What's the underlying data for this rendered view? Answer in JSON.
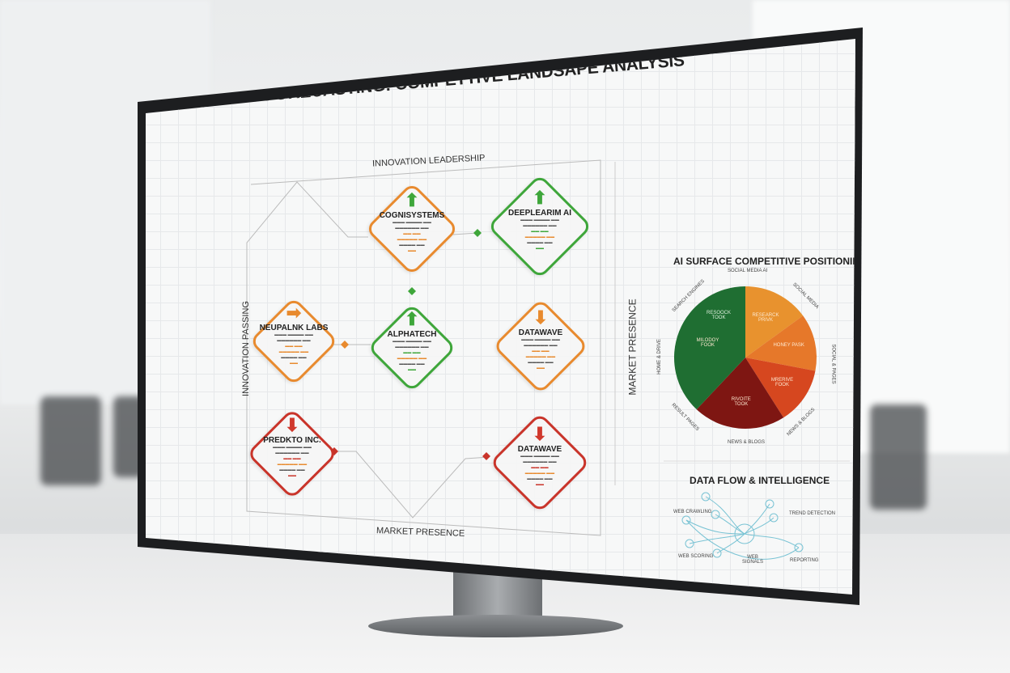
{
  "title": "AI VISIBILITY FORECASTING: COMPETTIVE LANDSAPE ANALYSIS",
  "axes": {
    "top": "INNOVATION LEADERSHIP",
    "bottom": "MARKET PRESENCE",
    "left": "INNOVATION PASSING",
    "right": "MARKET PRESENCE"
  },
  "colors": {
    "green": "#3ea63a",
    "orange": "#e88a2e",
    "red": "#c9342a"
  },
  "companies": [
    {
      "name": "COGNISYSTEMS",
      "trend": "up",
      "border": "orange"
    },
    {
      "name": "DEEPLEARIM AI",
      "trend": "up",
      "border": "green"
    },
    {
      "name": "NEUPALNK LABS",
      "trend": "right",
      "border": "orange"
    },
    {
      "name": "ALPHATECH",
      "trend": "up",
      "border": "green"
    },
    {
      "name": "DATAWAVE",
      "trend": "down",
      "border": "orange"
    },
    {
      "name": "PREDKTO INC.",
      "trend": "down",
      "border": "red"
    },
    {
      "name": "DATAWAVE",
      "trend": "down",
      "border": "red"
    }
  ],
  "pie": {
    "title": "AI SURFACE COMPETITIVE POSITIONING",
    "slices": [
      {
        "label": "RESEARCK PRIVK",
        "value": 15,
        "color": "#e8922e"
      },
      {
        "label": "HONEY PASK",
        "value": 13,
        "color": "#e6782a"
      },
      {
        "label": "MRERIVE FOOK",
        "value": 13,
        "color": "#d6471f"
      },
      {
        "label": "RIVOITE TOOK",
        "value": 21,
        "color": "#7e1612"
      },
      {
        "label": "MILODOY FOOK",
        "value": 38,
        "color": "#1f6e32"
      }
    ],
    "inner_top_left": "RESOOCK TOOK",
    "outer_labels": [
      "SOCIAL MEDIA AI",
      "SOCIAL MEDIA",
      "SOCIAL & PAGES",
      "NEWS & BLOGS",
      "NEWS & BLOGS",
      "RESULT PAGES",
      "HOME & DRIVE",
      "SEARCH ENGINES"
    ]
  },
  "network": {
    "title": "DATA FLOW & INTELLIGENCE",
    "labels": [
      "WEB CRAWLING",
      "TREND DETECTION",
      "WEB SCORING",
      "WEB SIGNALS",
      "REPORTING"
    ]
  }
}
